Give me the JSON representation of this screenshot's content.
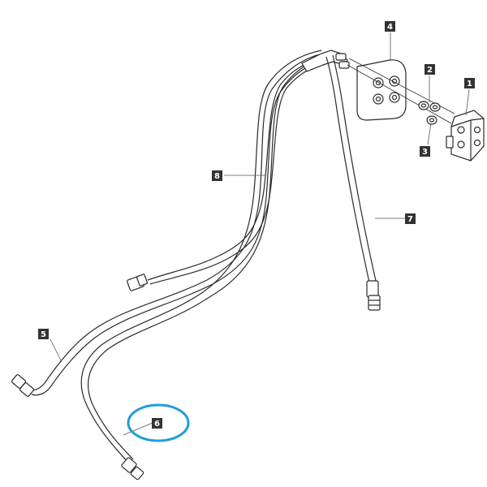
{
  "callouts": {
    "c1": "1",
    "c2": "2",
    "c3": "3",
    "c4": "4",
    "c5": "5",
    "c6": "6",
    "c7": "7",
    "c8": "8"
  },
  "highlighted_part": "6",
  "colors": {
    "line": "#2a2a2a",
    "callout_box": "#333333",
    "callout_text": "#ffffff",
    "highlight": "#1f9fd6"
  }
}
